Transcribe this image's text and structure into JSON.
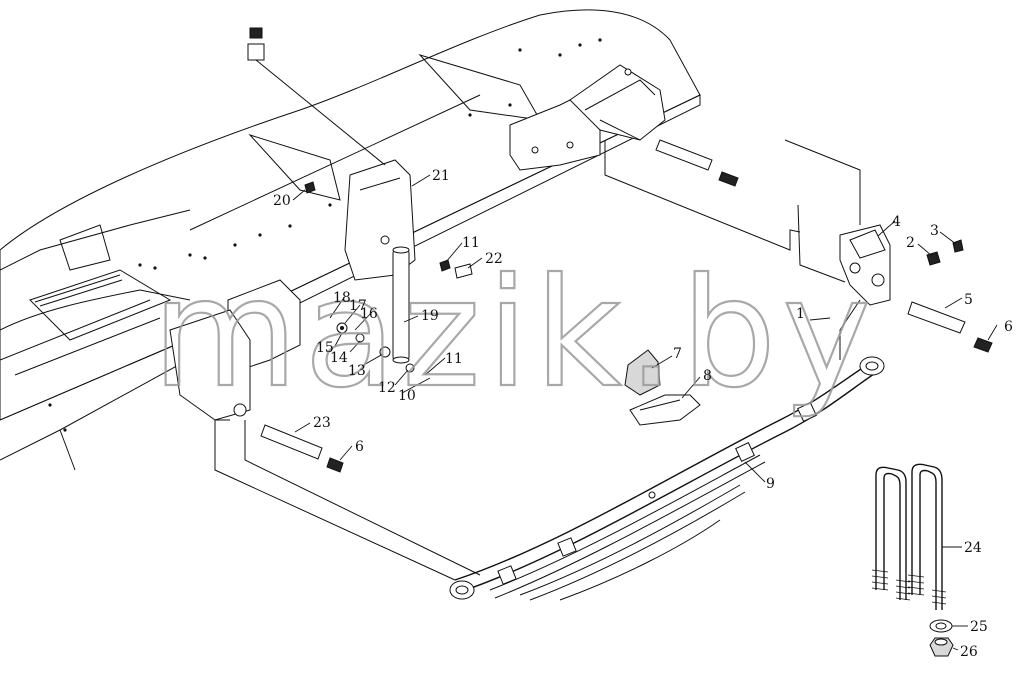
{
  "watermark": "mazik.by",
  "callouts": [
    {
      "id": "1",
      "label": "1"
    },
    {
      "id": "2",
      "label": "2"
    },
    {
      "id": "3",
      "label": "3"
    },
    {
      "id": "4",
      "label": "4"
    },
    {
      "id": "5",
      "label": "5"
    },
    {
      "id": "6a",
      "label": "6"
    },
    {
      "id": "6b",
      "label": "6"
    },
    {
      "id": "7",
      "label": "7"
    },
    {
      "id": "8",
      "label": "8"
    },
    {
      "id": "9",
      "label": "9"
    },
    {
      "id": "10",
      "label": "10"
    },
    {
      "id": "11a",
      "label": "11"
    },
    {
      "id": "11b",
      "label": "11"
    },
    {
      "id": "12",
      "label": "12"
    },
    {
      "id": "13",
      "label": "13"
    },
    {
      "id": "14",
      "label": "14"
    },
    {
      "id": "15",
      "label": "15"
    },
    {
      "id": "16",
      "label": "16"
    },
    {
      "id": "17",
      "label": "17"
    },
    {
      "id": "18",
      "label": "18"
    },
    {
      "id": "19",
      "label": "19"
    },
    {
      "id": "20",
      "label": "20"
    },
    {
      "id": "21",
      "label": "21"
    },
    {
      "id": "22",
      "label": "22"
    },
    {
      "id": "23",
      "label": "23"
    },
    {
      "id": "24",
      "label": "24"
    },
    {
      "id": "25",
      "label": "25"
    },
    {
      "id": "26",
      "label": "26"
    }
  ]
}
